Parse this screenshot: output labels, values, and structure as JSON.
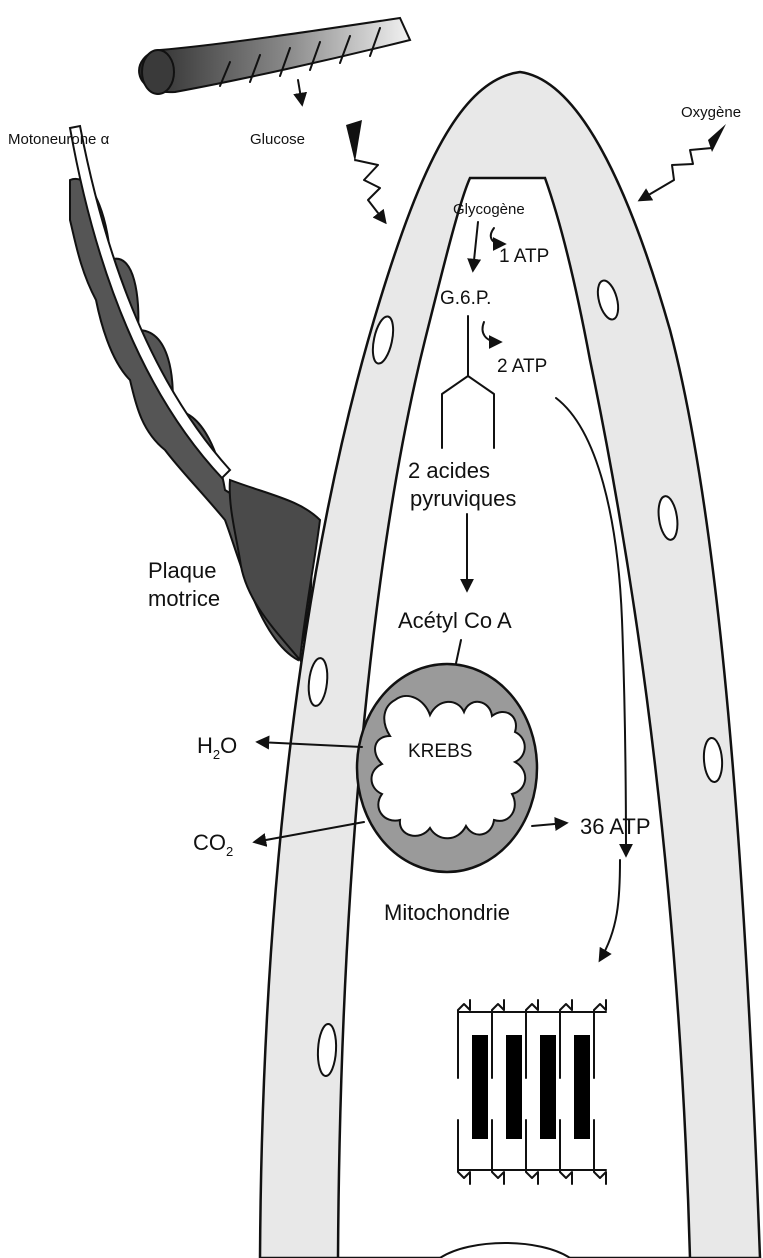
{
  "labels": {
    "motoneurone": "Motoneurone α",
    "glucose": "Glucose",
    "oxygene": "Oxygène",
    "glycogene": "Glycogène",
    "atp1": "1 ATP",
    "g6p": "G.6.P.",
    "atp2": "2 ATP",
    "acides_line1": "2 acides",
    "acides_line2": "pyruviques",
    "plaque_line1": "Plaque",
    "plaque_line2": "motrice",
    "acetyl": "Acétyl Co A",
    "krebs": "KREBS",
    "h2o_main": "H",
    "h2o_sub": "2",
    "h2o_tail": "O",
    "co2_main": "CO",
    "co2_sub": "2",
    "atp36": "36 ATP",
    "mitochondrie": "Mitochondrie"
  },
  "colors": {
    "outline": "#111111",
    "membrane_fill": "#e8e8e8",
    "mitochondria_fill": "#9a9a9a",
    "crista_fill": "#ffffff",
    "plaque_fill": "#4a4a4a",
    "neuron_fill": "#555555",
    "myofibril_fill": "#000000"
  }
}
